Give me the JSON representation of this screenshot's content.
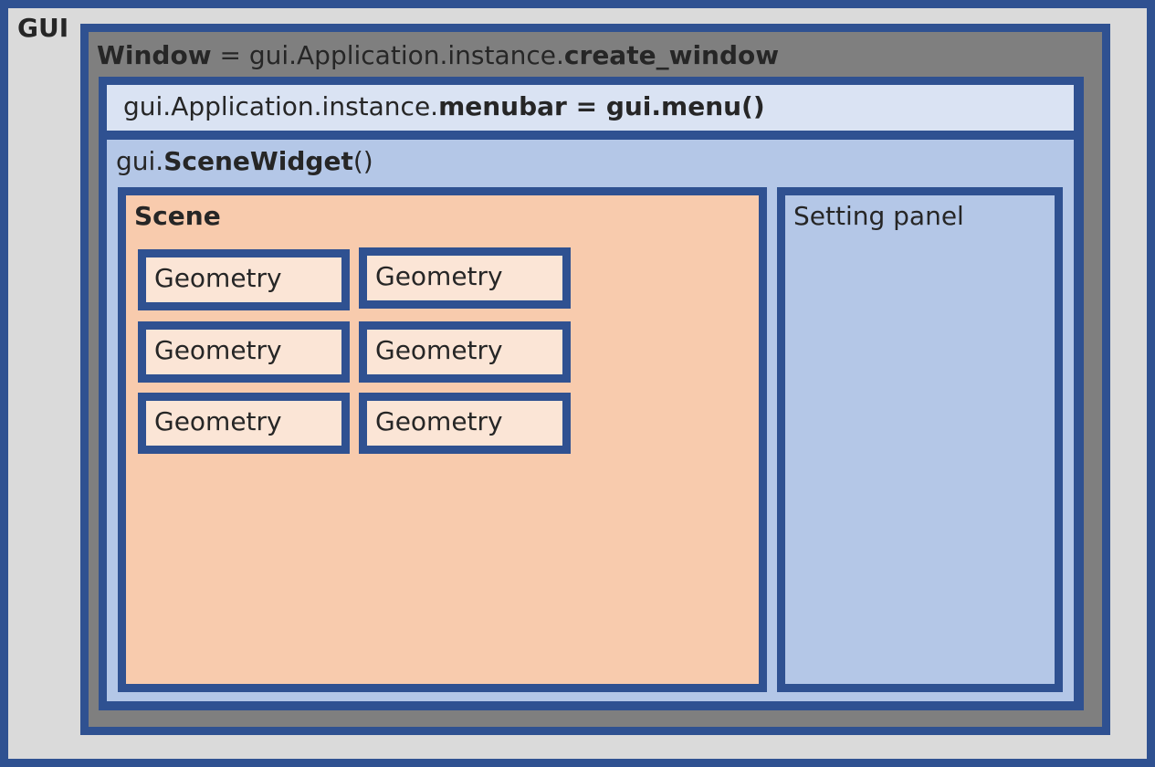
{
  "gui": {
    "label": "GUI"
  },
  "window": {
    "name": "Window",
    "sep": " = ",
    "code": "gui.Application.instance.",
    "call": "create_window"
  },
  "menubar": {
    "code": "gui.Application.instance.",
    "call": "menubar = gui.menu()"
  },
  "scenewidget": {
    "prefix": "gui.",
    "name": "SceneWidget",
    "suffix": "()"
  },
  "scene": {
    "label": "Scene",
    "geometries": [
      "Geometry",
      "Geometry",
      "Geometry",
      "Geometry",
      "Geometry",
      "Geometry"
    ]
  },
  "settings": {
    "label": "Setting panel"
  },
  "colors": {
    "border": "#2f5191",
    "gui_bg": "#dadada",
    "window_bg": "#7f7f7f",
    "menubar_bg": "#dae3f3",
    "scenewidget_bg": "#b4c7e7",
    "scene_bg": "#f8cbad",
    "geometry_bg": "#fbe5d6"
  }
}
